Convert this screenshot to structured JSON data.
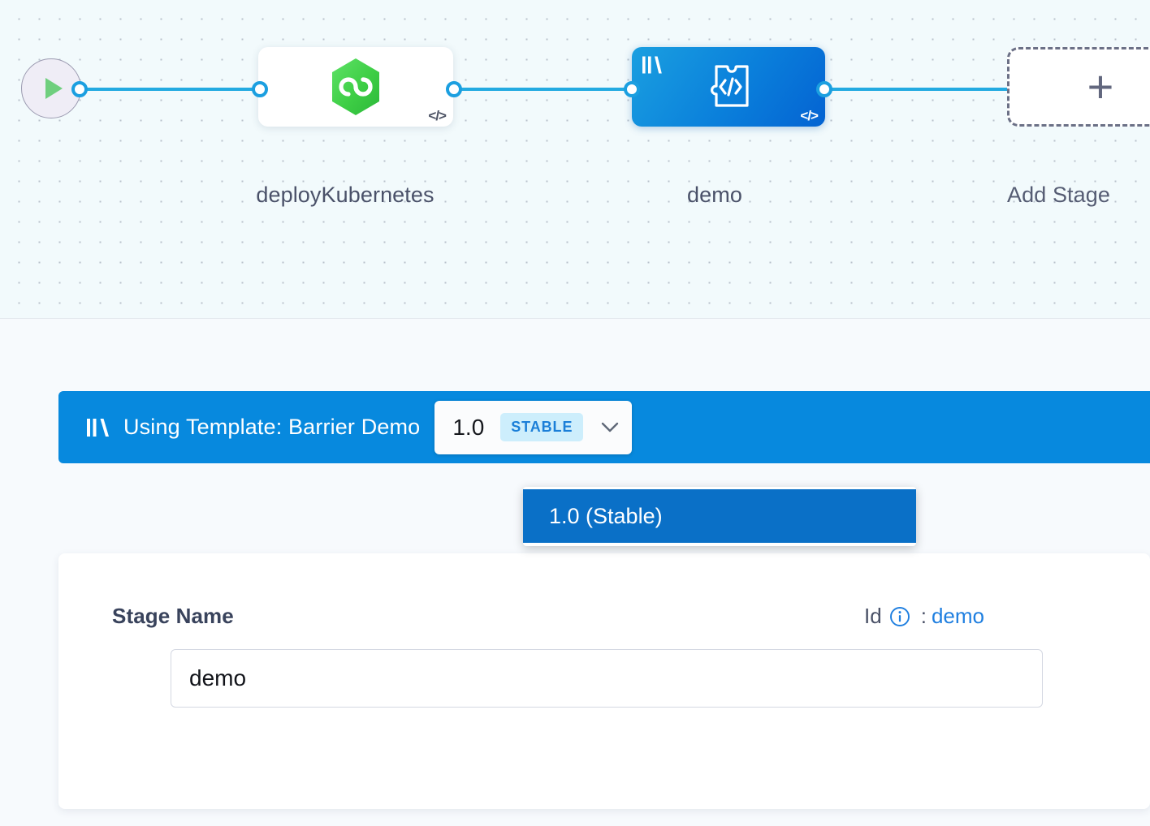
{
  "canvas": {
    "start_node": {
      "icon": "play-icon"
    },
    "nodes": [
      {
        "id": "deployKubernetes",
        "label": "deployKubernetes",
        "type": "deployment-stage",
        "icon": "harness-hexagon-icon",
        "corner_icon": "code-icon",
        "selected": false
      },
      {
        "id": "demo",
        "label": "demo",
        "type": "custom-stage",
        "icon": "template-puzzle-code-icon",
        "corner_icon": "code-icon",
        "template_icon": "template-library-icon",
        "selected": true
      }
    ],
    "add_stage": {
      "label": "Add Stage",
      "icon": "plus-icon"
    }
  },
  "template_banner": {
    "icon": "template-library-icon",
    "text": "Using Template: Barrier Demo",
    "version": {
      "value": "1.0",
      "badge": "STABLE",
      "chevron": "chevron-down-icon"
    },
    "menu": {
      "items": [
        {
          "label": "1.0 (Stable)",
          "selected": true
        }
      ]
    }
  },
  "stage_form": {
    "name_label": "Stage Name",
    "name_value": "demo",
    "name_placeholder": "Stage Name",
    "id_label": "Id",
    "id_info_icon": "info-circle-icon",
    "id_separator": ":",
    "id_value": "demo"
  },
  "colors": {
    "banner_blue": "#0789de",
    "menu_selected_blue": "#0a70c7",
    "badge_bg": "#cdeefc",
    "badge_text": "#1b7fd8",
    "link_blue": "#1f7fe0",
    "node_green": "#3ed14a",
    "canvas_bg": "#f2fafc"
  }
}
